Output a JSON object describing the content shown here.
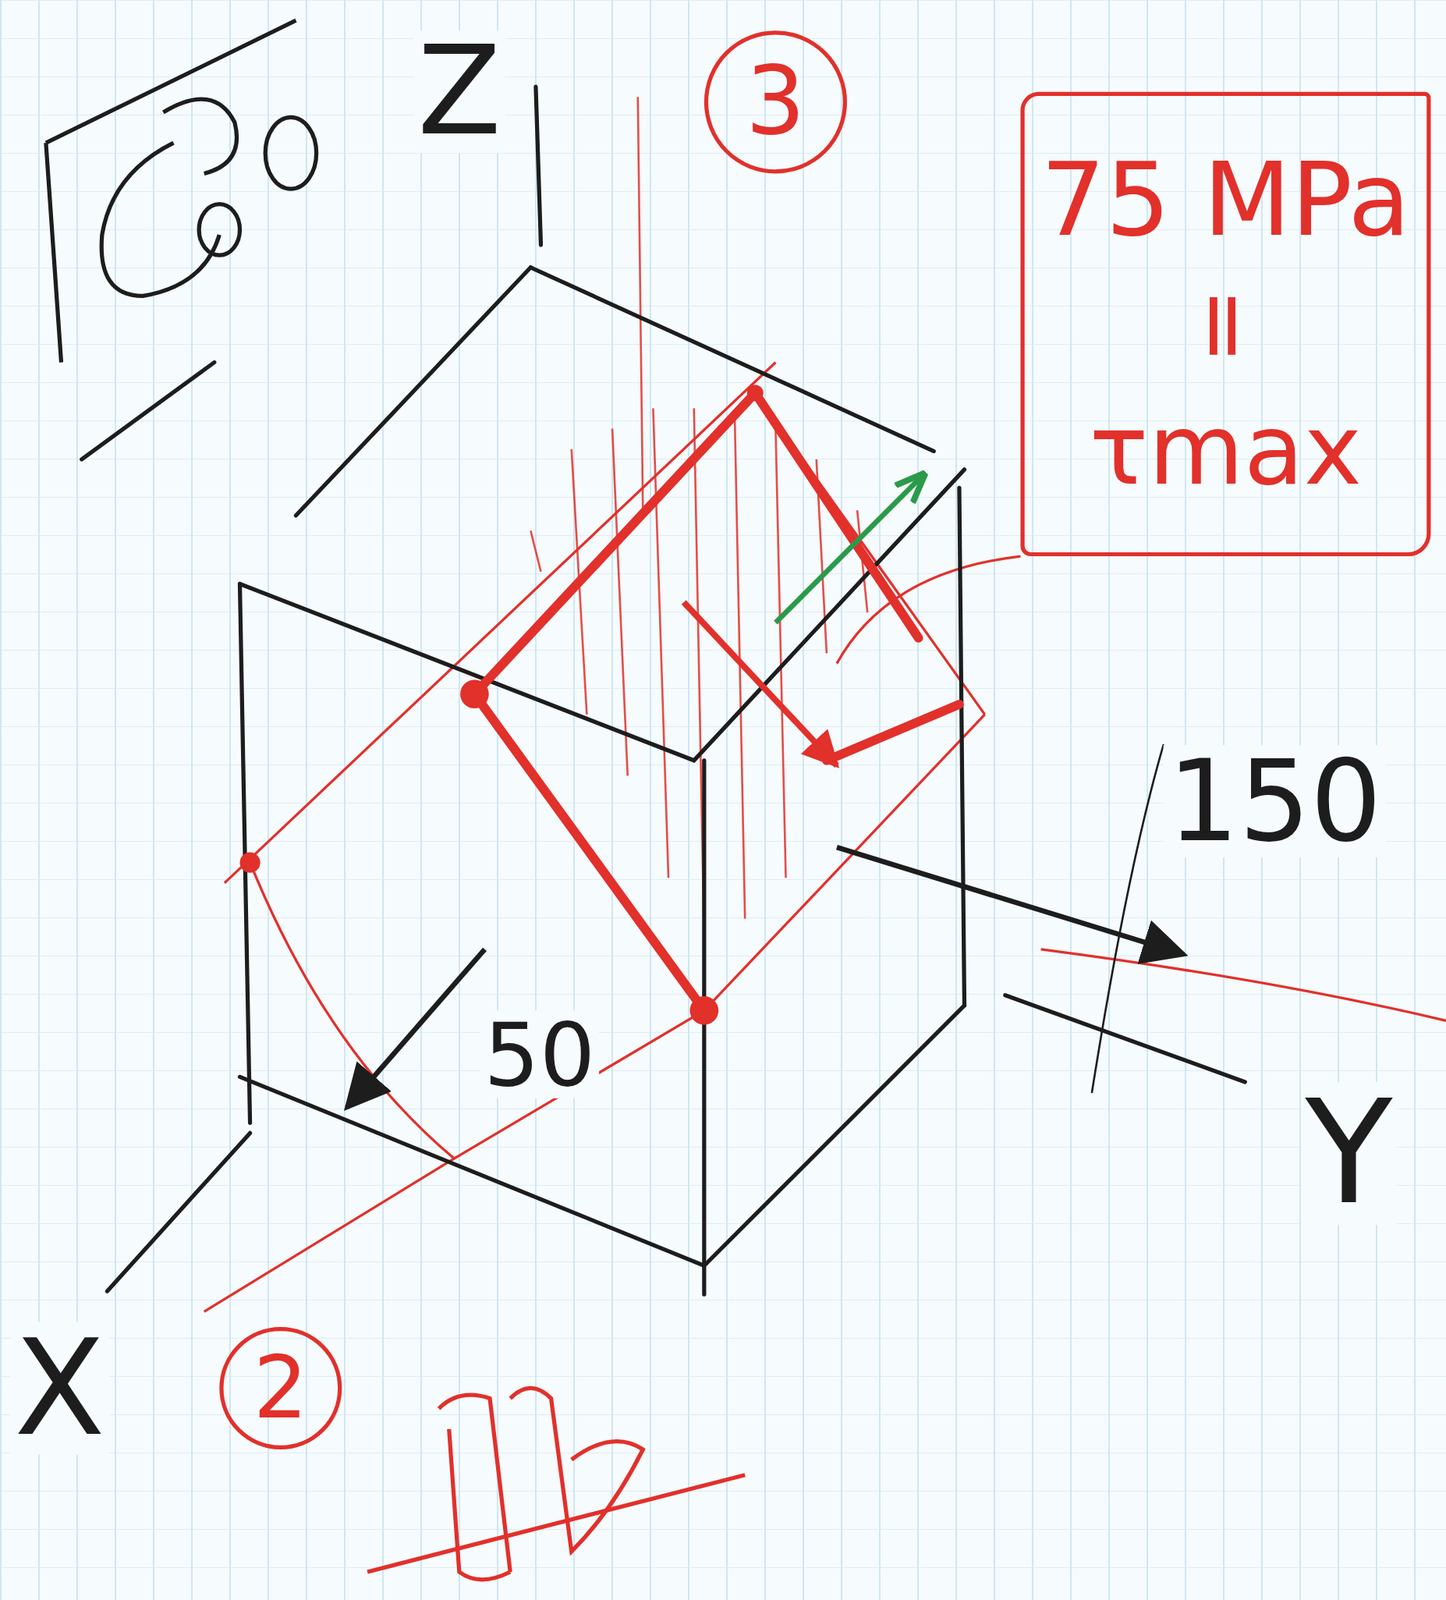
{
  "diagram": {
    "nodes": [
      {
        "text": [
          "75 MPa",
          "=",
          "τmax"
        ]
      },
      {
        "text": [
          "3"
        ]
      },
      {
        "text": [
          "2"
        ]
      }
    ],
    "labels": [
      "Z",
      "150",
      "50",
      "Y",
      "X"
    ]
  }
}
